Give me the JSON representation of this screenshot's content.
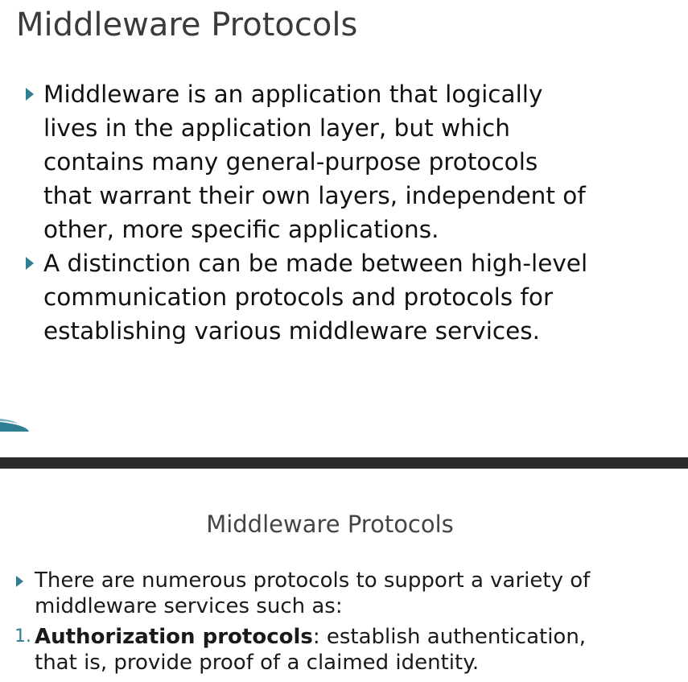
{
  "slide1": {
    "title": "Middleware Protocols",
    "bullets": [
      {
        "lines": [
          "Middleware is an application that logically",
          "lives in the application layer, but which",
          "contains many general-purpose protocols",
          "that warrant their own layers, independent of",
          "other, more specific applications."
        ]
      },
      {
        "lines": [
          "A distinction can be made between high-level",
          "communication protocols and protocols for",
          "establishing various middleware services."
        ]
      }
    ]
  },
  "slide2": {
    "title": "Middleware Protocols",
    "intro": {
      "lines": [
        "There are numerous protocols to support a variety of",
        "middleware services such as:"
      ]
    },
    "items": [
      {
        "number": "1.",
        "term": "Authorization protocols",
        "line1_rest": ": establish authentication,",
        "line2": "that is, provide proof of a claimed identity."
      }
    ]
  },
  "colors": {
    "accent": "#2f7f93",
    "divider": "#2b2b2b",
    "title": "#3b3b3b"
  },
  "icons": {
    "bullet": "triangle-right-icon"
  }
}
